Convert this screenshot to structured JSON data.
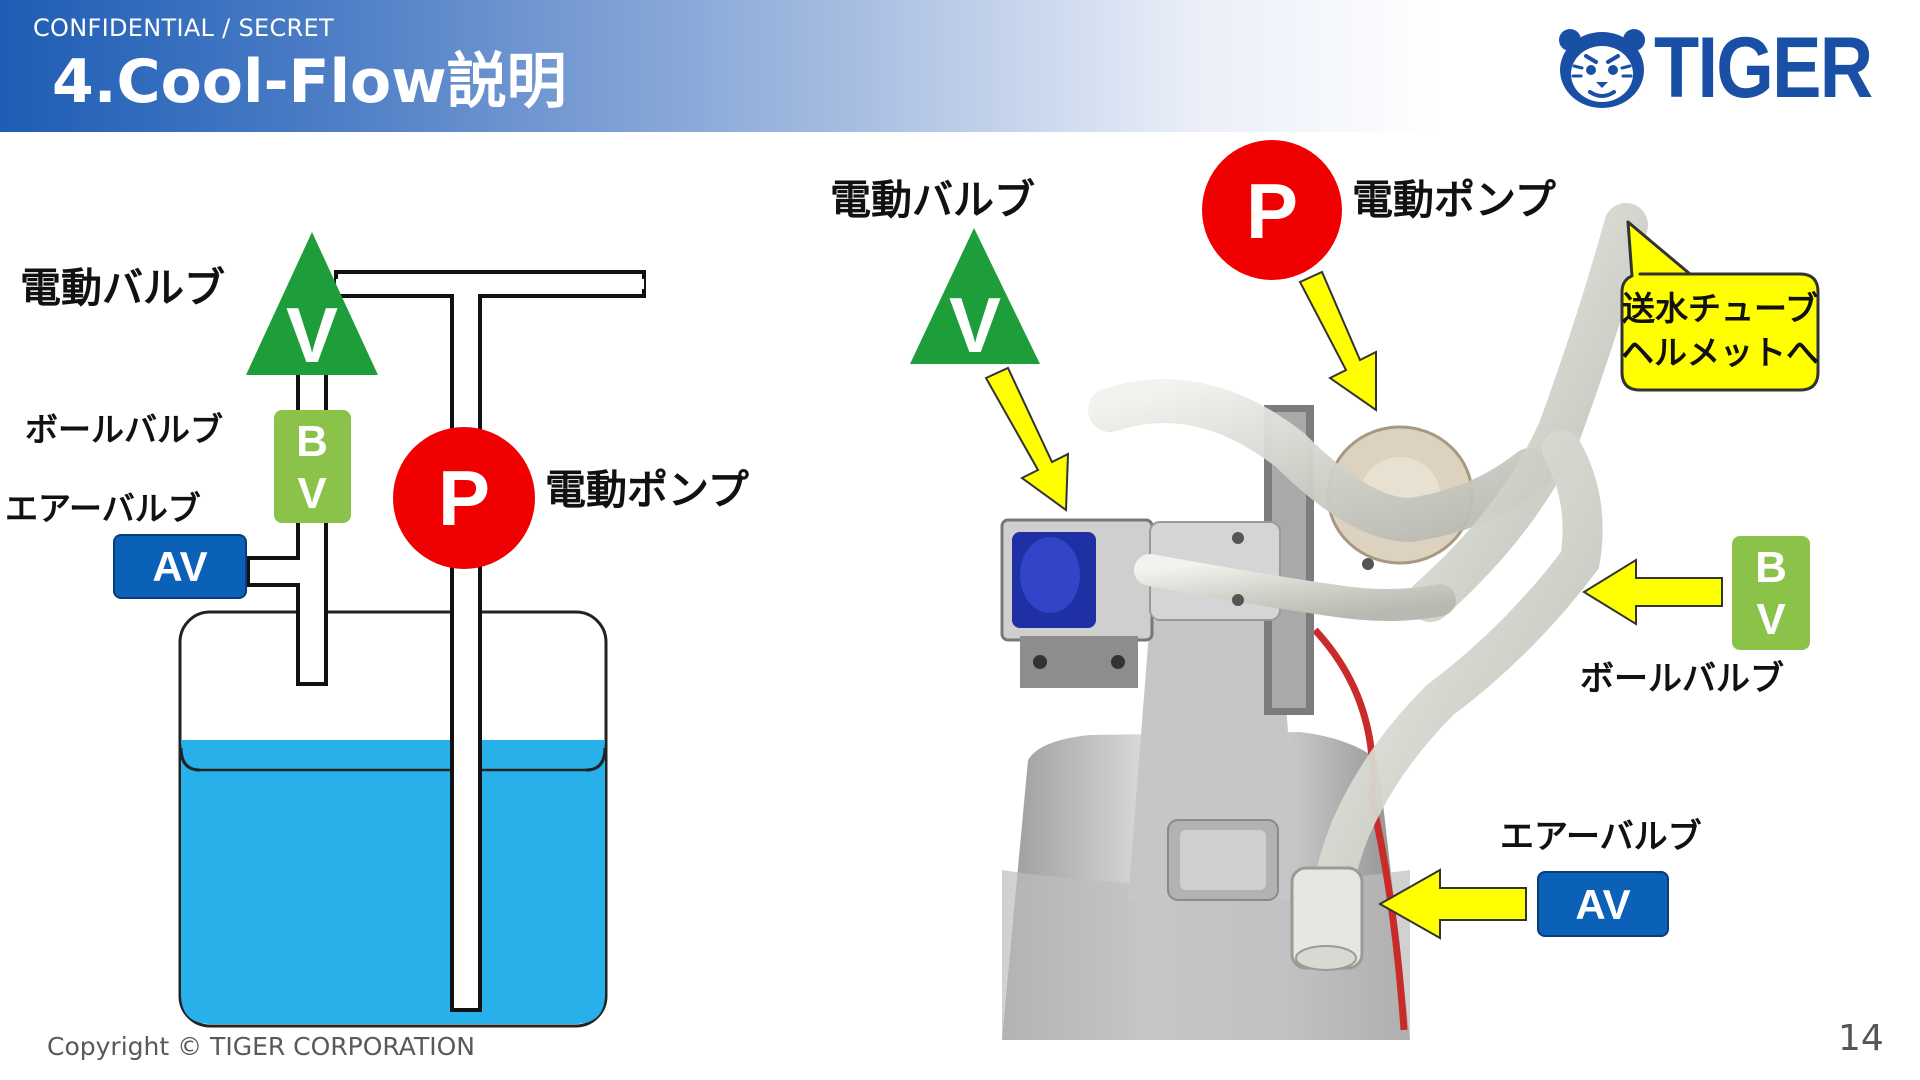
{
  "header": {
    "confidential": "CONFIDENTIAL / SECRET",
    "title": "4.Cool-Flow説明"
  },
  "logo": {
    "icon": "tiger-head-icon",
    "text": "TIGER"
  },
  "left_diagram": {
    "electric_valve": {
      "label": "電動バルブ",
      "symbol": "V"
    },
    "ball_valve": {
      "label": "ボールバルブ",
      "symbol_top": "B",
      "symbol_bottom": "V"
    },
    "air_valve": {
      "label": "エアーバルブ",
      "symbol": "AV"
    },
    "electric_pump": {
      "label": "電動ポンプ",
      "symbol": "P"
    }
  },
  "right_photo": {
    "electric_valve": {
      "label": "電動バルブ",
      "symbol": "V"
    },
    "electric_pump": {
      "label": "電動ポンプ",
      "symbol": "P"
    },
    "callout": {
      "line1": "送水チューブ",
      "line2": "ヘルメットへ"
    },
    "ball_valve": {
      "label": "ボールバルブ",
      "symbol_top": "B",
      "symbol_bottom": "V"
    },
    "air_valve": {
      "label": "エアーバルブ",
      "symbol": "AV"
    }
  },
  "colors": {
    "header_blue": "#1d5db5",
    "valve_green": "#1e9e3a",
    "ball_valve_green": "#8bc34a",
    "air_valve_blue": "#0b61b7",
    "pump_red": "#f00000",
    "arrow_yellow": "#ffff00",
    "water_blue": "#27b0ea"
  },
  "footer": {
    "copyright": "Copyright © TIGER CORPORATION",
    "page_number": "14"
  }
}
